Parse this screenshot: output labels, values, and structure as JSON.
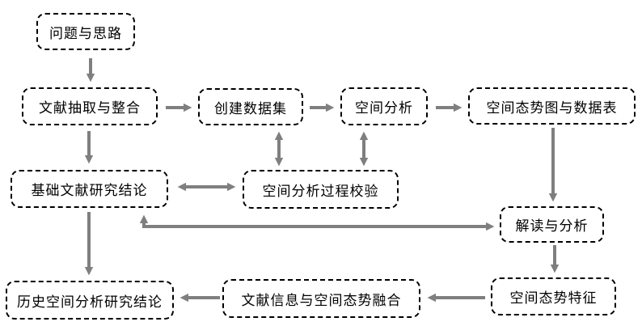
{
  "diagram": {
    "type": "flowchart",
    "colors": {
      "background": "#ffffff",
      "box_border": "#000000",
      "box_fill": "#ffffff",
      "text": "#000000",
      "arrow": "#7f7f7f"
    },
    "nodes": [
      {
        "id": "problem",
        "label": "问题与思路"
      },
      {
        "id": "extract",
        "label": "文献抽取与整合"
      },
      {
        "id": "dataset",
        "label": "创建数据集"
      },
      {
        "id": "spatial-analysis",
        "label": "空间分析"
      },
      {
        "id": "map-table",
        "label": "空间态势图与数据表"
      },
      {
        "id": "basic-conclusion",
        "label": "基础文献研究结论"
      },
      {
        "id": "process-verify",
        "label": "空间分析过程校验"
      },
      {
        "id": "interpret",
        "label": "解读与分析"
      },
      {
        "id": "history-conclusion",
        "label": "历史空间分析研究结论"
      },
      {
        "id": "fusion",
        "label": "文献信息与空间态势融合"
      },
      {
        "id": "situation-feature",
        "label": "空间态势特征"
      }
    ],
    "edges": [
      {
        "from": "问题与思路",
        "to": "文献抽取与整合",
        "bidirectional": false
      },
      {
        "from": "文献抽取与整合",
        "to": "创建数据集",
        "bidirectional": false
      },
      {
        "from": "创建数据集",
        "to": "空间分析",
        "bidirectional": false
      },
      {
        "from": "空间分析",
        "to": "空间态势图与数据表",
        "bidirectional": false
      },
      {
        "from": "文献抽取与整合",
        "to": "基础文献研究结论",
        "bidirectional": false
      },
      {
        "from": "创建数据集",
        "to": "空间分析过程校验",
        "bidirectional": true
      },
      {
        "from": "空间分析",
        "to": "空间分析过程校验",
        "bidirectional": true
      },
      {
        "from": "基础文献研究结论",
        "to": "空间分析过程校验",
        "bidirectional": true
      },
      {
        "from": "空间态势图与数据表",
        "to": "解读与分析",
        "bidirectional": false
      },
      {
        "from": "基础文献研究结论",
        "to": "解读与分析",
        "bidirectional": true
      },
      {
        "from": "解读与分析",
        "to": "空间态势特征",
        "bidirectional": false
      },
      {
        "from": "空间态势特征",
        "to": "文献信息与空间态势融合",
        "bidirectional": false
      },
      {
        "from": "文献信息与空间态势融合",
        "to": "历史空间分析研究结论",
        "bidirectional": false
      },
      {
        "from": "基础文献研究结论",
        "to": "历史空间分析研究结论",
        "bidirectional": false
      }
    ]
  }
}
